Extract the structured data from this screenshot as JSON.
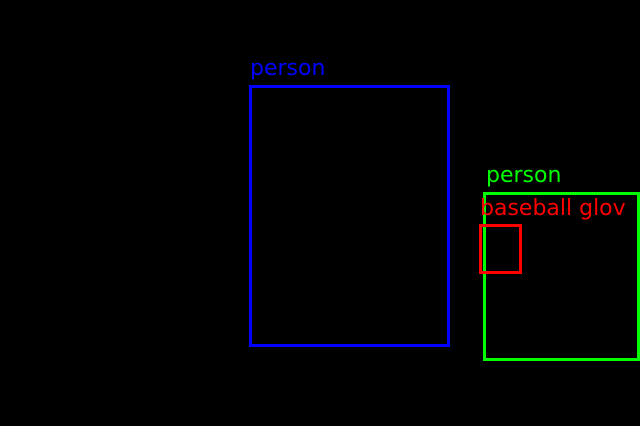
{
  "detections": [
    {
      "label": "person",
      "color": "#0000ff"
    },
    {
      "label": "person",
      "color": "#00ff00"
    },
    {
      "label": "baseball glov",
      "color": "#ff0000"
    }
  ]
}
